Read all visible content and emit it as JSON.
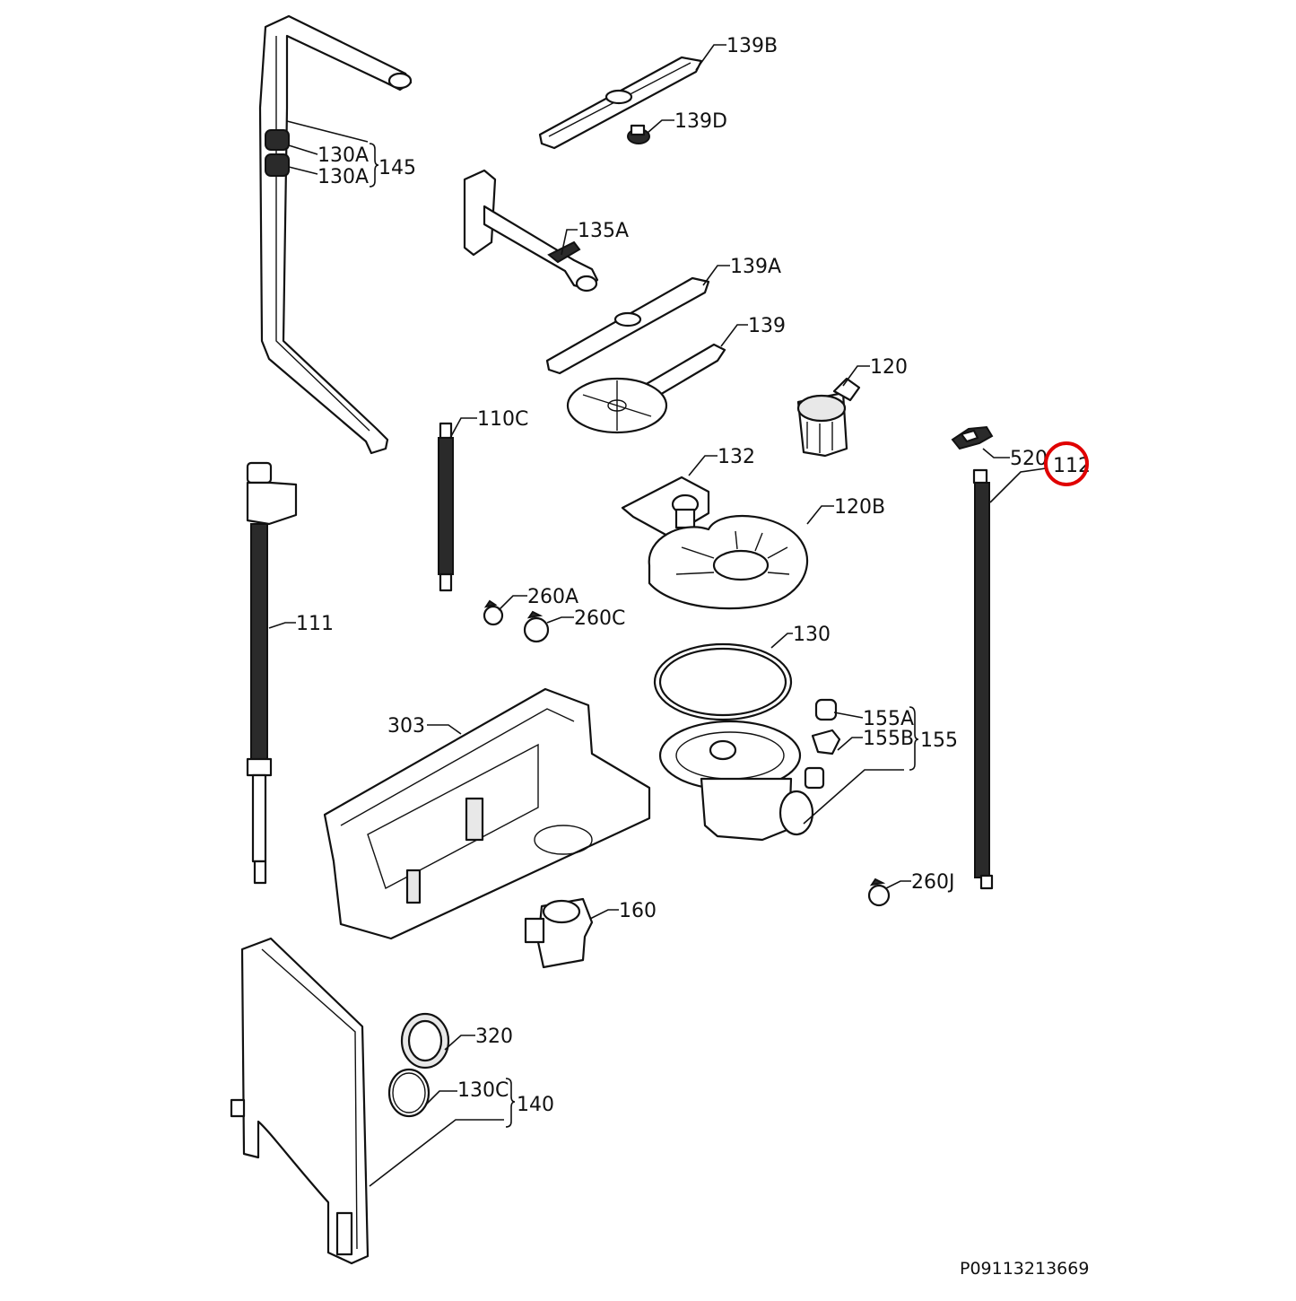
{
  "labels": {
    "l139B": "139B",
    "l139D": "139D",
    "l130A_1": "130A",
    "l130A_2": "130A",
    "l145": "145",
    "l135A": "135A",
    "l139A": "139A",
    "l139": "139",
    "l120": "120",
    "l110C": "110C",
    "l132": "132",
    "l520": "520",
    "l112": "112",
    "l120B": "120B",
    "l260A": "260A",
    "l260C": "260C",
    "l111": "111",
    "l130": "130",
    "l303": "303",
    "l155A": "155A",
    "l155B": "155B",
    "l155": "155",
    "l260J": "260J",
    "l160": "160",
    "l320": "320",
    "l130C": "130C",
    "l140": "140"
  },
  "footer": {
    "code": "P09113213669"
  },
  "highlight": {
    "part": "112",
    "color": "#e00000"
  }
}
